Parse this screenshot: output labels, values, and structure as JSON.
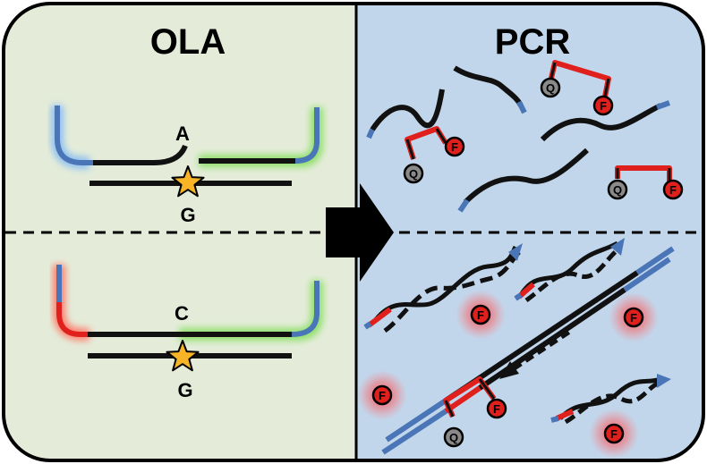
{
  "panels": {
    "left_title": "OLA",
    "right_title": "PCR"
  },
  "ola_match": {
    "probe_base": "A",
    "template_base": "G"
  },
  "ola_mismatch": {
    "probe_base": "C",
    "template_base": "G"
  },
  "labels": {
    "fluorophore": "F",
    "quencher": "Q"
  },
  "colors": {
    "left_bg": "#e4ecd9",
    "right_bg": "#c2d6eb",
    "strand": "#111111",
    "primer_blue": "#4a76b7",
    "probe_red": "#e0201c",
    "star": "#f8b427",
    "glow_yellow": "#f0f07a",
    "glow_green": "#8ee06a",
    "glow_blue": "#8ec0f0",
    "quencher_gray": "#8a8a8a"
  }
}
